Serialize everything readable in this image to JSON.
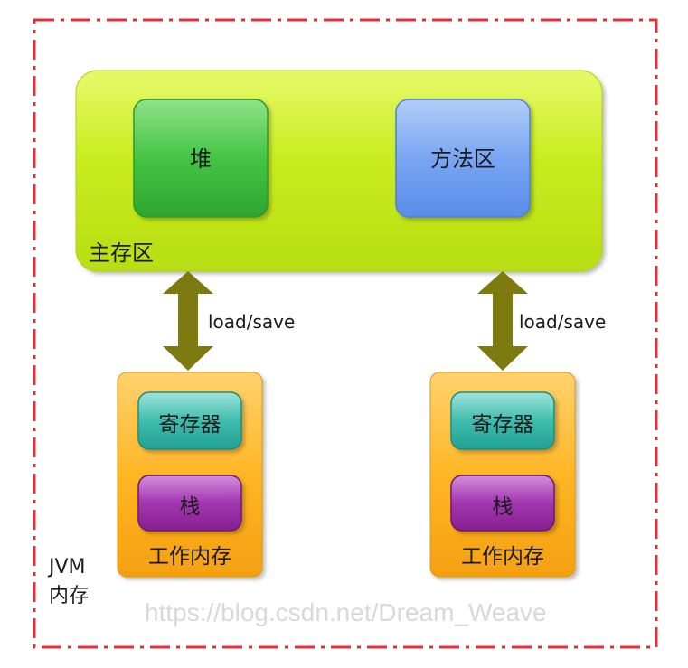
{
  "jvm_memory": {
    "label_line1": "JVM",
    "label_line2": "内存"
  },
  "main_memory": {
    "label": "主存区",
    "heap_label": "堆",
    "method_area_label": "方法区"
  },
  "links": [
    {
      "label": "load/save"
    },
    {
      "label": "load/save"
    }
  ],
  "working_memories": [
    {
      "register_label": "寄存器",
      "stack_label": "栈",
      "label": "工作内存"
    },
    {
      "register_label": "寄存器",
      "stack_label": "栈",
      "label": "工作内存"
    }
  ],
  "watermark": "https://blog.csdn.net/Dream_Weave",
  "colors": {
    "border": "#e0303a",
    "main_memory": "#c8ec1e",
    "heap": "#3ec23e",
    "method_area": "#6f9ef0",
    "working_memory": "#ffb121",
    "register": "#2fb3a6",
    "stack": "#9a2aa6",
    "arrow": "#7d7a10"
  }
}
